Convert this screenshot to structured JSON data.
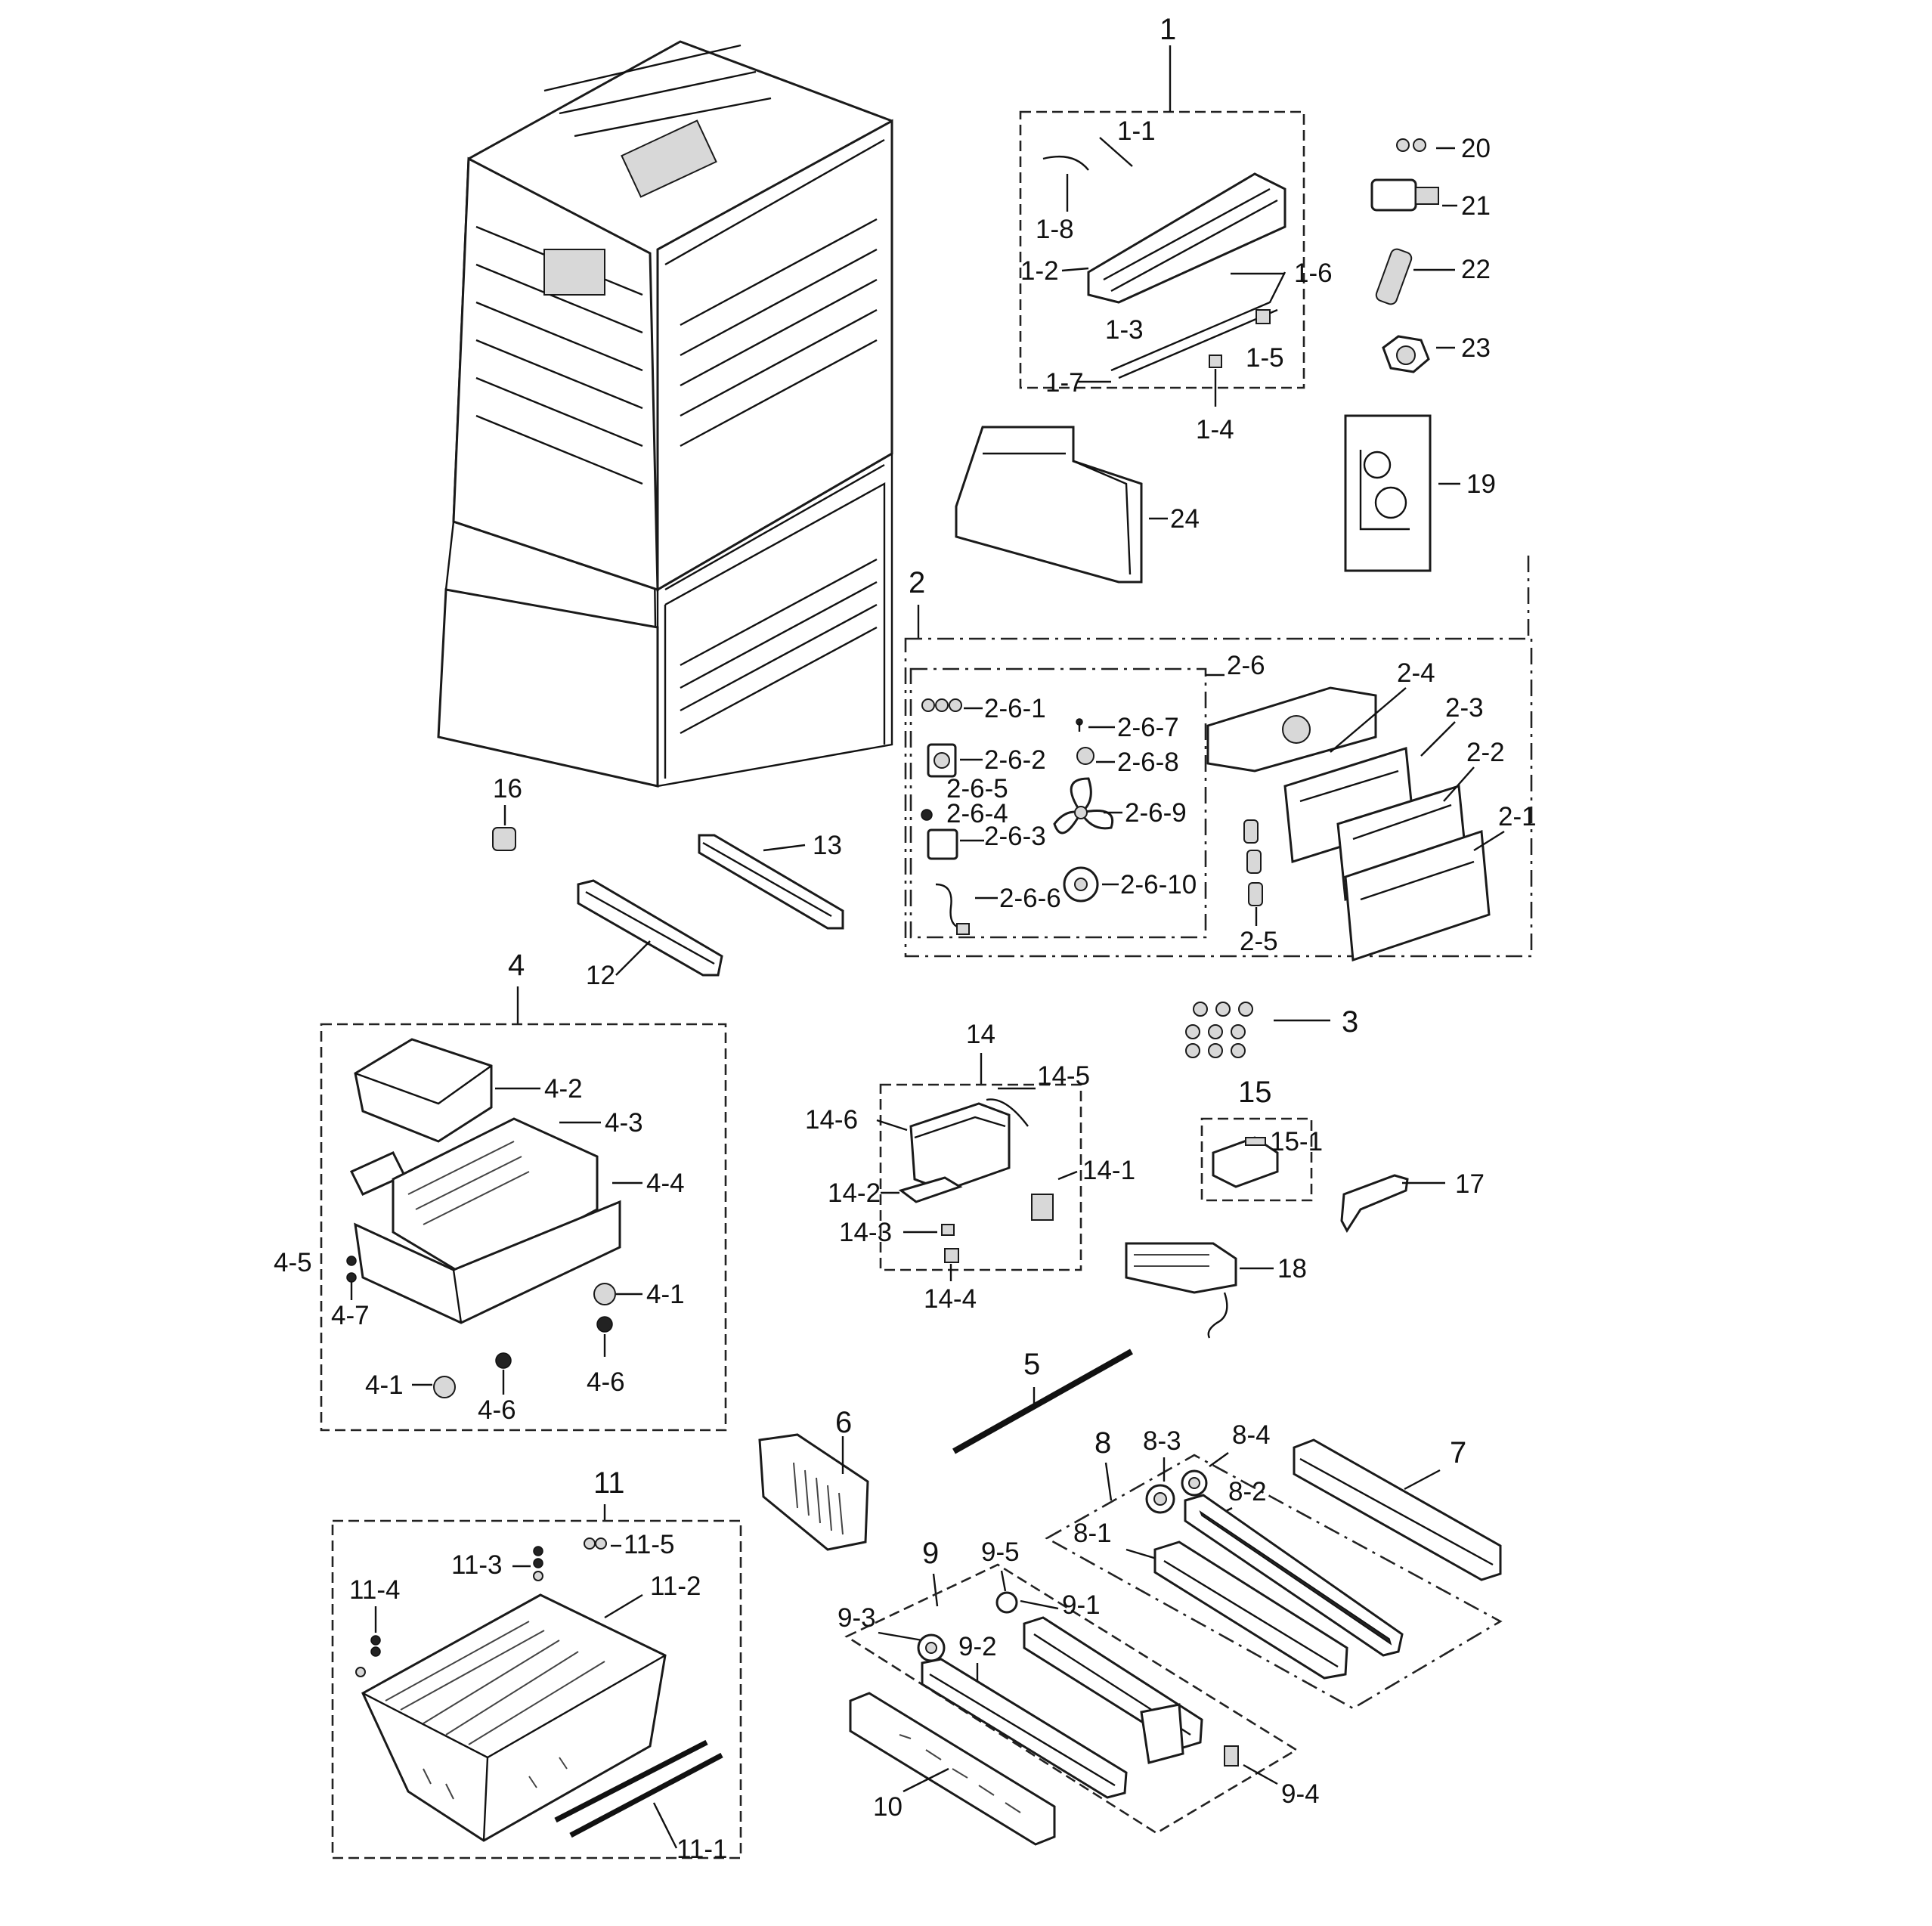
{
  "callouts": {
    "1": "1",
    "1_1": "1-1",
    "1_2": "1-2",
    "1_3": "1-3",
    "1_4": "1-4",
    "1_5": "1-5",
    "1_6": "1-6",
    "1_7": "1-7",
    "1_8": "1-8",
    "19": "19",
    "20": "20",
    "21": "21",
    "22": "22",
    "23": "23",
    "24": "24",
    "2": "2",
    "2_1": "2-1",
    "2_2": "2-2",
    "2_3": "2-3",
    "2_4": "2-4",
    "2_5": "2-5",
    "2_6": "2-6",
    "2_6_1": "2-6-1",
    "2_6_2": "2-6-2",
    "2_6_3": "2-6-3",
    "2_6_4": "2-6-4",
    "2_6_5": "2-6-5",
    "2_6_6": "2-6-6",
    "2_6_7": "2-6-7",
    "2_6_8": "2-6-8",
    "2_6_9": "2-6-9",
    "2_6_10": "2-6-10",
    "3": "3",
    "4": "4",
    "4_1a": "4-1",
    "4_1b": "4-1",
    "4_2": "4-2",
    "4_3": "4-3",
    "4_4": "4-4",
    "4_5": "4-5",
    "4_6a": "4-6",
    "4_6b": "4-6",
    "4_7": "4-7",
    "5": "5",
    "6": "6",
    "7": "7",
    "8": "8",
    "8_1": "8-1",
    "8_2": "8-2",
    "8_3": "8-3",
    "8_4": "8-4",
    "9": "9",
    "9_1": "9-1",
    "9_2": "9-2",
    "9_3": "9-3",
    "9_4": "9-4",
    "9_5": "9-5",
    "10": "10",
    "11": "11",
    "11_1": "11-1",
    "11_2": "11-2",
    "11_3": "11-3",
    "11_4": "11-4",
    "11_5": "11-5",
    "12": "12",
    "13": "13",
    "14": "14",
    "14_1": "14-1",
    "14_2": "14-2",
    "14_3": "14-3",
    "14_4": "14-4",
    "14_5": "14-5",
    "14_6": "14-6",
    "15": "15",
    "15_1": "15-1",
    "16": "16",
    "17": "17",
    "18": "18"
  },
  "icons": {
    "cabinet": "refrigerator-cabinet-icon",
    "screw": "screw-icon",
    "fan": "fan-blade-icon",
    "drawer": "drawer-basket-icon",
    "rail": "slide-rail-icon"
  }
}
